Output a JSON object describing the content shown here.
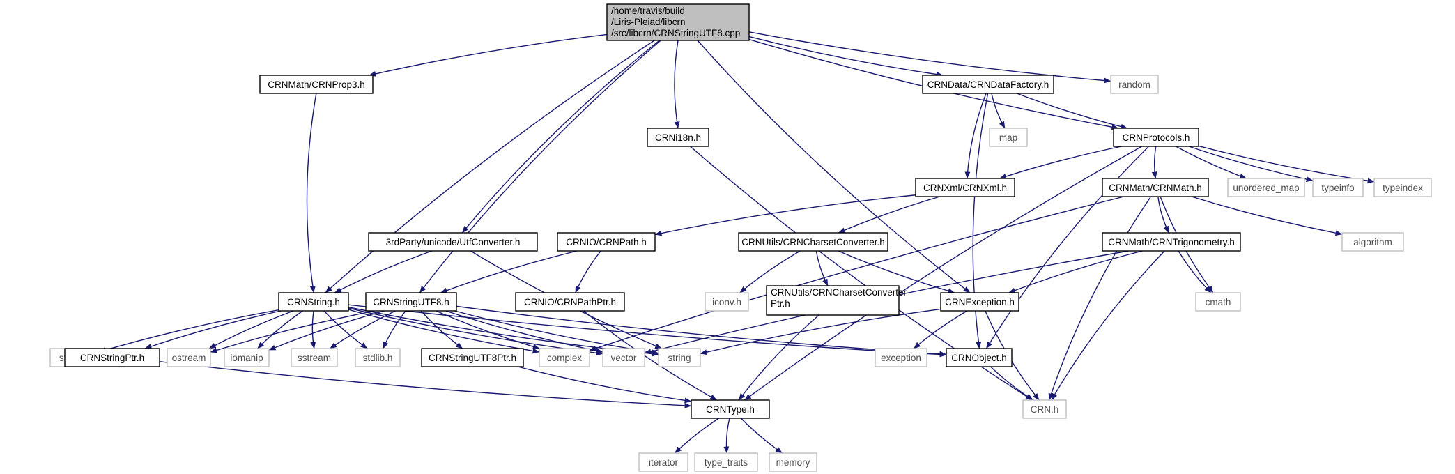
{
  "colors": {
    "edge": "#191970",
    "project_border": "#000000",
    "system_border": "#bfbfbf",
    "root_fill": "#bfbfbf"
  },
  "nodes": [
    {
      "id": "root",
      "lines": [
        "/home/travis/build",
        "/Liris-Pleiad/libcrn",
        "/src/libcrn/CRNStringUTF8.cpp"
      ],
      "kind": "root"
    },
    {
      "id": "prop3",
      "lines": [
        "CRNMath/CRNProp3.h"
      ],
      "kind": "proj"
    },
    {
      "id": "i18n",
      "lines": [
        "CRNi18n.h"
      ],
      "kind": "proj"
    },
    {
      "id": "datafactory",
      "lines": [
        "CRNData/CRNDataFactory.h"
      ],
      "kind": "proj"
    },
    {
      "id": "random",
      "lines": [
        "random"
      ],
      "kind": "sys"
    },
    {
      "id": "map",
      "lines": [
        "map"
      ],
      "kind": "sys"
    },
    {
      "id": "protocols",
      "lines": [
        "CRNProtocols.h"
      ],
      "kind": "proj"
    },
    {
      "id": "xml",
      "lines": [
        "CRNXml/CRNXml.h"
      ],
      "kind": "proj"
    },
    {
      "id": "math",
      "lines": [
        "CRNMath/CRNMath.h"
      ],
      "kind": "proj"
    },
    {
      "id": "unordered_map",
      "lines": [
        "unordered_map"
      ],
      "kind": "sys"
    },
    {
      "id": "typeinfo",
      "lines": [
        "typeinfo"
      ],
      "kind": "sys"
    },
    {
      "id": "typeindex",
      "lines": [
        "typeindex"
      ],
      "kind": "sys"
    },
    {
      "id": "utfconv",
      "lines": [
        "3rdParty/unicode/UtfConverter.h"
      ],
      "kind": "proj"
    },
    {
      "id": "path",
      "lines": [
        "CRNIO/CRNPath.h"
      ],
      "kind": "proj"
    },
    {
      "id": "charset",
      "lines": [
        "CRNUtils/CRNCharsetConverter.h"
      ],
      "kind": "proj"
    },
    {
      "id": "trig",
      "lines": [
        "CRNMath/CRNTrigonometry.h"
      ],
      "kind": "proj"
    },
    {
      "id": "algorithm",
      "lines": [
        "algorithm"
      ],
      "kind": "sys"
    },
    {
      "id": "crnstring",
      "lines": [
        "CRNString.h"
      ],
      "kind": "proj"
    },
    {
      "id": "crnstringutf8",
      "lines": [
        "CRNStringUTF8.h"
      ],
      "kind": "proj"
    },
    {
      "id": "pathptr",
      "lines": [
        "CRNIO/CRNPathPtr.h"
      ],
      "kind": "proj"
    },
    {
      "id": "iconv",
      "lines": [
        "iconv.h"
      ],
      "kind": "sys"
    },
    {
      "id": "charsetptr",
      "lines": [
        "CRNUtils/CRNCharsetConverter",
        "Ptr.h"
      ],
      "kind": "proj"
    },
    {
      "id": "exception_h",
      "lines": [
        "CRNException.h"
      ],
      "kind": "proj"
    },
    {
      "id": "cmath",
      "lines": [
        "cmath"
      ],
      "kind": "sys"
    },
    {
      "id": "string_h",
      "lines": [
        "string.h"
      ],
      "kind": "sys"
    },
    {
      "id": "stringptr",
      "lines": [
        "CRNStringPtr.h"
      ],
      "kind": "proj"
    },
    {
      "id": "ostream",
      "lines": [
        "ostream"
      ],
      "kind": "sys"
    },
    {
      "id": "iomanip",
      "lines": [
        "iomanip"
      ],
      "kind": "sys"
    },
    {
      "id": "sstream",
      "lines": [
        "sstream"
      ],
      "kind": "sys"
    },
    {
      "id": "stdlib",
      "lines": [
        "stdlib.h"
      ],
      "kind": "sys"
    },
    {
      "id": "utf8ptr",
      "lines": [
        "CRNStringUTF8Ptr.h"
      ],
      "kind": "proj"
    },
    {
      "id": "complex",
      "lines": [
        "complex"
      ],
      "kind": "sys"
    },
    {
      "id": "vector",
      "lines": [
        "vector"
      ],
      "kind": "sys"
    },
    {
      "id": "string",
      "lines": [
        "string"
      ],
      "kind": "sys"
    },
    {
      "id": "exception",
      "lines": [
        "exception"
      ],
      "kind": "sys"
    },
    {
      "id": "object",
      "lines": [
        "CRNObject.h"
      ],
      "kind": "proj"
    },
    {
      "id": "type",
      "lines": [
        "CRNType.h"
      ],
      "kind": "proj"
    },
    {
      "id": "crn",
      "lines": [
        "CRN.h"
      ],
      "kind": "sys"
    },
    {
      "id": "iterator",
      "lines": [
        "iterator"
      ],
      "kind": "sys"
    },
    {
      "id": "type_traits",
      "lines": [
        "type_traits"
      ],
      "kind": "sys"
    },
    {
      "id": "memory",
      "lines": [
        "memory"
      ],
      "kind": "sys"
    }
  ],
  "edges": [
    [
      "root",
      "crnstring"
    ],
    [
      "root",
      "prop3"
    ],
    [
      "root",
      "crnstringutf8"
    ],
    [
      "root",
      "utfconv"
    ],
    [
      "root",
      "i18n"
    ],
    [
      "root",
      "exception_h"
    ],
    [
      "root",
      "datafactory"
    ],
    [
      "root",
      "random"
    ],
    [
      "root",
      "protocols"
    ],
    [
      "prop3",
      "crnstring"
    ],
    [
      "i18n",
      "crn"
    ],
    [
      "datafactory",
      "map"
    ],
    [
      "datafactory",
      "xml"
    ],
    [
      "datafactory",
      "protocols"
    ],
    [
      "datafactory",
      "object"
    ],
    [
      "protocols",
      "xml"
    ],
    [
      "protocols",
      "math"
    ],
    [
      "protocols",
      "unordered_map"
    ],
    [
      "protocols",
      "typeinfo"
    ],
    [
      "protocols",
      "typeindex"
    ],
    [
      "protocols",
      "type"
    ],
    [
      "protocols",
      "object"
    ],
    [
      "xml",
      "path"
    ],
    [
      "xml",
      "charset"
    ],
    [
      "math",
      "complex"
    ],
    [
      "math",
      "trig"
    ],
    [
      "math",
      "algorithm"
    ],
    [
      "math",
      "cmath"
    ],
    [
      "math",
      "crn"
    ],
    [
      "utfconv",
      "crnstring"
    ],
    [
      "utfconv",
      "string"
    ],
    [
      "path",
      "crnstringutf8"
    ],
    [
      "path",
      "pathptr"
    ],
    [
      "charset",
      "iconv"
    ],
    [
      "charset",
      "charsetptr"
    ],
    [
      "charset",
      "exception_h"
    ],
    [
      "trig",
      "exception_h"
    ],
    [
      "trig",
      "cmath"
    ],
    [
      "trig",
      "crn"
    ],
    [
      "trig",
      "vector"
    ],
    [
      "crnstring",
      "string_h"
    ],
    [
      "crnstring",
      "stringptr"
    ],
    [
      "crnstring",
      "ostream"
    ],
    [
      "crnstring",
      "iomanip"
    ],
    [
      "crnstring",
      "sstream"
    ],
    [
      "crnstring",
      "stdlib"
    ],
    [
      "crnstring",
      "complex"
    ],
    [
      "crnstring",
      "vector"
    ],
    [
      "crnstring",
      "string"
    ],
    [
      "crnstring",
      "object"
    ],
    [
      "crnstringutf8",
      "ostream"
    ],
    [
      "crnstringutf8",
      "iomanip"
    ],
    [
      "crnstringutf8",
      "sstream"
    ],
    [
      "crnstringutf8",
      "stdlib"
    ],
    [
      "crnstringutf8",
      "utf8ptr"
    ],
    [
      "crnstringutf8",
      "complex"
    ],
    [
      "crnstringutf8",
      "vector"
    ],
    [
      "crnstringutf8",
      "string"
    ],
    [
      "crnstringutf8",
      "object"
    ],
    [
      "pathptr",
      "type"
    ],
    [
      "charsetptr",
      "type"
    ],
    [
      "exception_h",
      "string"
    ],
    [
      "exception_h",
      "exception"
    ],
    [
      "exception_h",
      "crn"
    ],
    [
      "stringptr",
      "type"
    ],
    [
      "utf8ptr",
      "type"
    ],
    [
      "object",
      "crn"
    ],
    [
      "type",
      "iterator"
    ],
    [
      "type",
      "type_traits"
    ],
    [
      "type",
      "memory"
    ]
  ]
}
